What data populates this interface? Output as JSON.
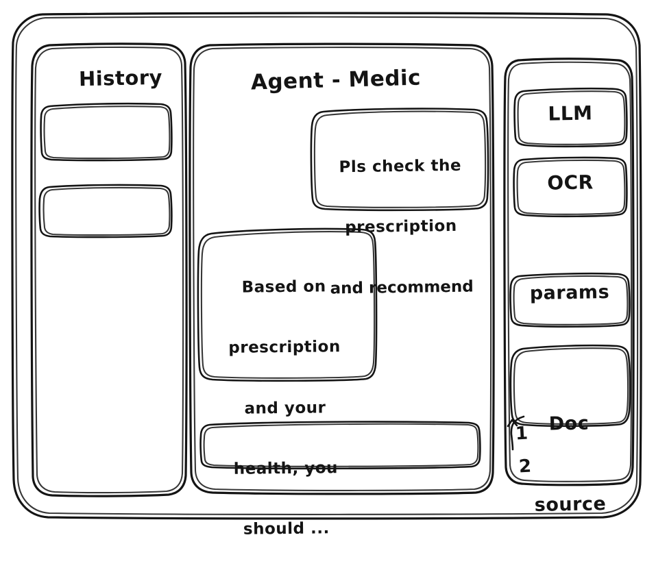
{
  "window": {
    "frame_name": "app-window"
  },
  "sidebar": {
    "title": "History",
    "items": [
      {
        "label": ""
      },
      {
        "label": ""
      }
    ]
  },
  "main": {
    "title": "Agent - Medic",
    "messages": [
      {
        "role": "user",
        "lines": [
          "Pls check the",
          "prescription",
          "and recommend"
        ],
        "text": "Pls check the prescription and recommend"
      },
      {
        "role": "assistant",
        "lines": [
          "Based on",
          "prescription",
          "and your",
          "health, you",
          "should ..."
        ],
        "text": "Based on prescription and your health, you should ..."
      }
    ],
    "composer": {
      "value": "",
      "placeholder": ""
    }
  },
  "tools": {
    "buttons": [
      {
        "label": "LLM"
      },
      {
        "label": "OCR"
      },
      {
        "label": "params"
      }
    ],
    "doc_source": {
      "label_lines": [
        "Doc",
        "source"
      ],
      "label": "Doc source",
      "items": [
        "1",
        "2"
      ]
    }
  },
  "style": {
    "ink": "#141414",
    "paper": "#ffffff"
  }
}
